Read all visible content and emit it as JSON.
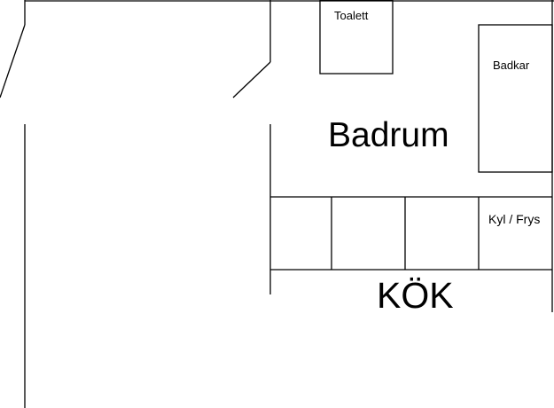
{
  "labels": {
    "toalett": "Toalett",
    "badkar": "Badkar",
    "badrum": "Badrum",
    "kyl_frys": "Kyl / Frys",
    "kok": "KÖK"
  },
  "colors": {
    "line": "#000000",
    "background": "#ffffff"
  }
}
